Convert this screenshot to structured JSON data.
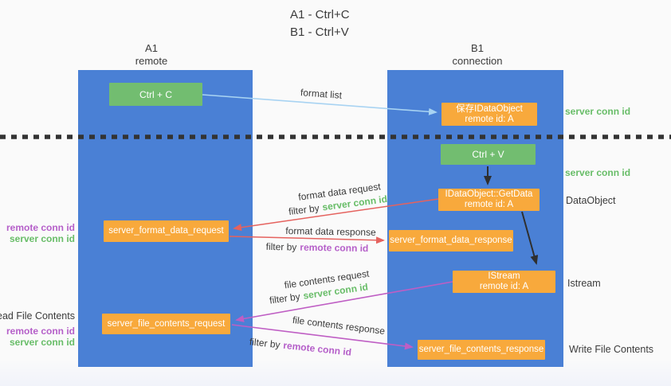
{
  "title": {
    "line1": "A1 - Ctrl+C",
    "line2": "B1 - Ctrl+V"
  },
  "columns": {
    "left": {
      "header_line1": "A1",
      "header_line2": "remote"
    },
    "right": {
      "header_line1": "B1",
      "header_line2": "connection"
    }
  },
  "nodes": {
    "ctrl_c": "Ctrl + C",
    "ctrl_v": "Ctrl + V",
    "save_dataobject": {
      "line1": "保存IDataObject",
      "line2": "remote id: A"
    },
    "getdata": {
      "line1": "IDataObject::GetData",
      "line2": "remote id: A"
    },
    "istream": {
      "line1": "IStream",
      "line2": "remote id: A"
    },
    "format_request": "server_format_data_request",
    "format_response": "server_format_data_response",
    "file_request": "server_file_contents_request",
    "file_response": "server_file_contents_response"
  },
  "side_labels": {
    "server_conn_id_top": "server conn id",
    "server_conn_id_mid": "server conn id",
    "dataobject": "DataObject",
    "istream": "Istream",
    "write_file_contents": "Write File Contents",
    "read_file_contents": "Read File Contents",
    "pair1_remote": "remote conn id",
    "pair1_server": "server conn id",
    "pair2_remote": "remote conn id",
    "pair2_server": "server conn id"
  },
  "arrows": {
    "format_list": {
      "text": "format list"
    },
    "format_request": {
      "line1": "format data request",
      "filter_prefix": "filter by",
      "filter_key": "server conn id"
    },
    "format_response": {
      "line1": "format data response",
      "filter_prefix": "filter by",
      "filter_key": "remote conn id"
    },
    "file_request": {
      "line1": "file contents request",
      "filter_prefix": "filter by",
      "filter_key": "server conn id"
    },
    "file_response": {
      "line1": "file contents response",
      "filter_prefix": "filter by",
      "filter_key": "remote conn id"
    }
  },
  "colors": {
    "column_blue": "#4a80d5",
    "node_orange": "#f8a93c",
    "node_green": "#72bd70",
    "arrow_blue": "#a8d3f2",
    "arrow_red": "#e5625e",
    "arrow_magenta": "#bf5ec4",
    "arrow_black": "#2f2f2f",
    "text_black": "#3b3b3b",
    "label_green": "#68bd68",
    "label_purple": "#b55fc9",
    "background": "#fafafa",
    "dotted_line": "#333333"
  }
}
